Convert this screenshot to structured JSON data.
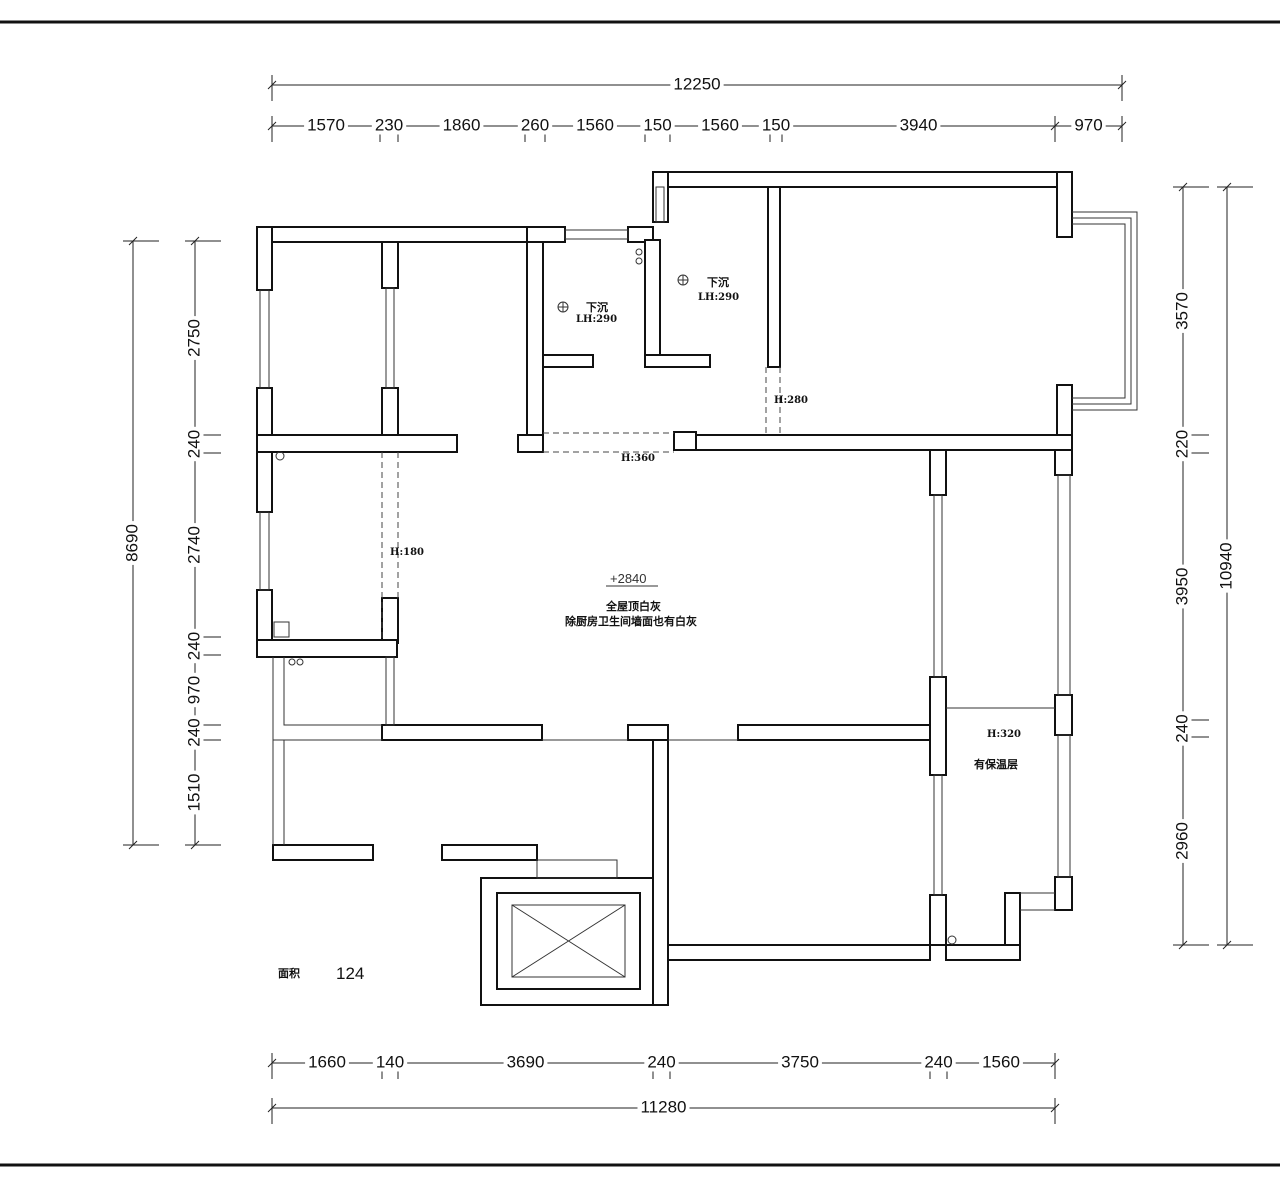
{
  "dimensions": {
    "top_total": "12250",
    "top": [
      "1570",
      "230",
      "1860",
      "260",
      "1560",
      "150",
      "1560",
      "150",
      "3940",
      "970"
    ],
    "left_total": "8690",
    "left": [
      "2750",
      "240",
      "2740",
      "240",
      "970",
      "240",
      "1510"
    ],
    "right_total": "10940",
    "right": [
      "3570",
      "220",
      "3950",
      "240",
      "2960"
    ],
    "bottom_total": "11280",
    "bottom": [
      "1660",
      "140",
      "3690",
      "240",
      "3750",
      "240",
      "1560"
    ]
  },
  "labels": {
    "sunken1": "下沉",
    "sunken1_lh": "LH:290",
    "sunken2": "下沉",
    "sunken2_lh": "LH:290",
    "h280": "H:280",
    "h360": "H:360",
    "h180": "H:180",
    "h320": "H:320",
    "elevation": "+2840",
    "note1": "全屋顶白灰",
    "note2": "除厨房卫生间墙面也有白灰",
    "insulation": "有保温层",
    "area_label": "面积",
    "area_value": "124"
  }
}
